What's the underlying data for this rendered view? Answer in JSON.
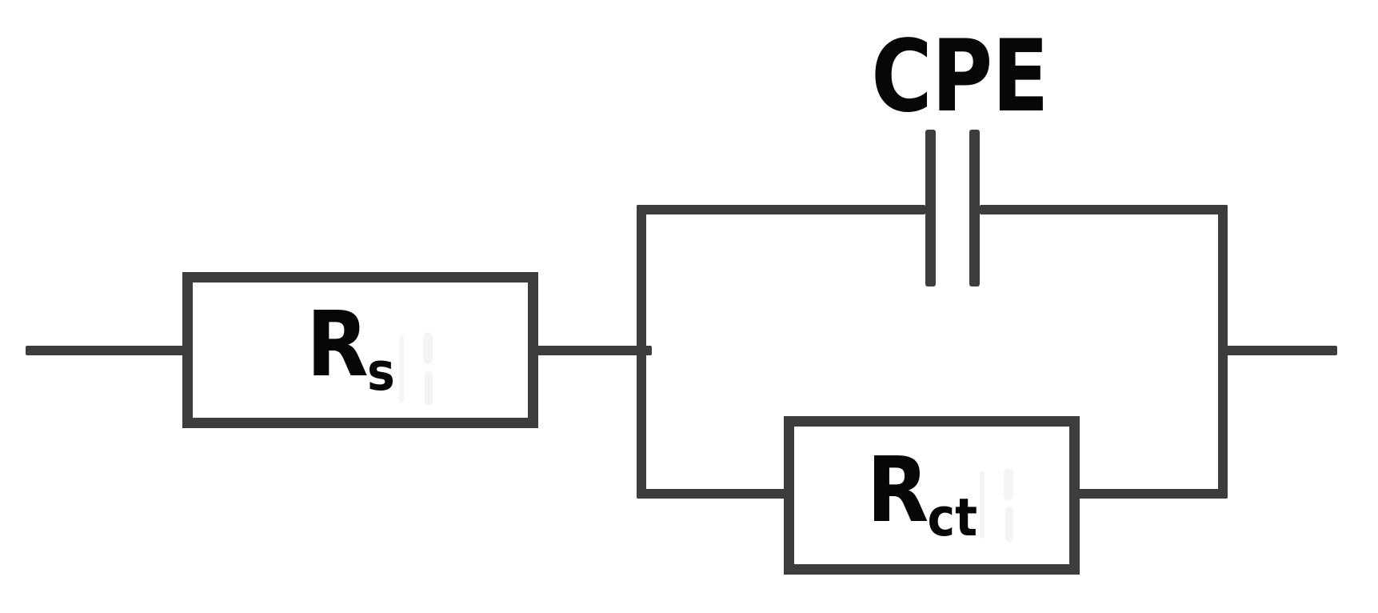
{
  "diagram": {
    "labels": {
      "cpe": "CPE",
      "rs_main": "R",
      "rs_sub": "s",
      "rct_main": "R",
      "rct_sub": "ct"
    },
    "colors": {
      "wire": "#3d3d3d",
      "text": "#070707",
      "background": "#ffffff",
      "ghost": "#ececec"
    }
  }
}
